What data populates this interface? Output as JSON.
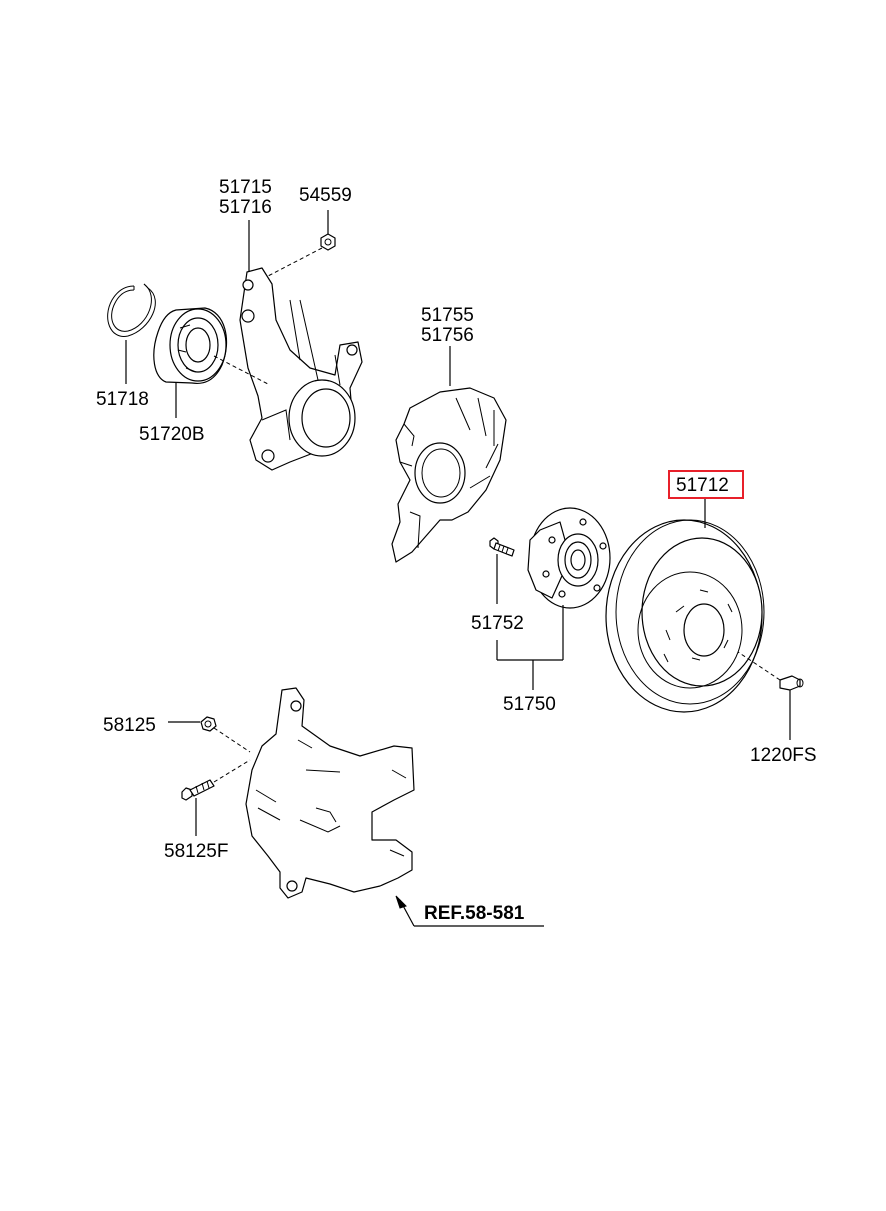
{
  "diagram": {
    "highlight_color": "#e8202a",
    "parts": {
      "knuckle_a": "51715",
      "knuckle_b": "51716",
      "nut": "54559",
      "snap_ring": "51718",
      "bearing": "51720B",
      "dust_cover_a": "51755",
      "dust_cover_b": "51756",
      "hub_bolt": "51752",
      "hub_assembly": "51750",
      "disc": "51712",
      "disc_screw": "1220FS",
      "caliper_bolt": "58125",
      "caliper_bolt_f": "58125F"
    },
    "reference": "REF.58-581"
  }
}
